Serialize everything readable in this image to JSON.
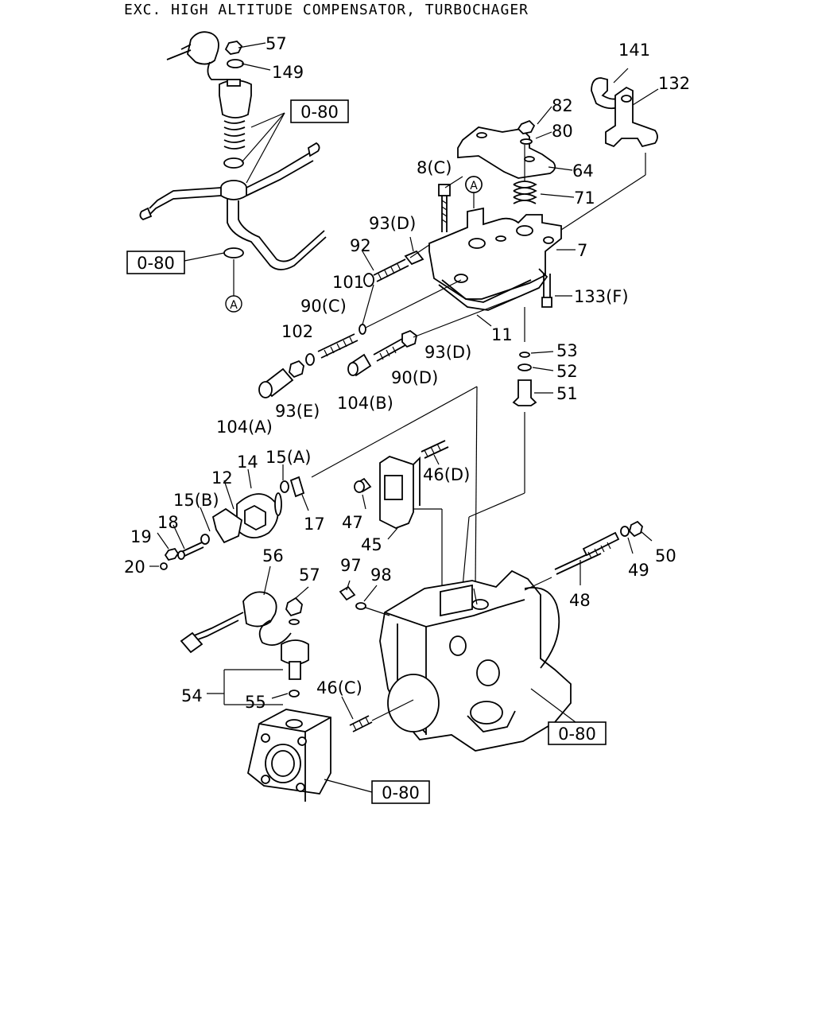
{
  "title": "EXC. HIGH ALTITUDE COMPENSATOR, TURBOCHAGER",
  "refbox": "0-80",
  "circle_ref": "A",
  "callouts": {
    "p57_top": "57",
    "p149": "149",
    "p141": "141",
    "p132": "132",
    "p82": "82",
    "p80": "80",
    "p64": "64",
    "p8c": "8(C)",
    "p71": "71",
    "p93d_top": "93(D)",
    "p92": "92",
    "p7": "7",
    "p101": "101",
    "p133f": "133(F)",
    "p90c": "90(C)",
    "p102": "102",
    "p11": "11",
    "p93d_mid": "93(D)",
    "p53": "53",
    "p52": "52",
    "p90d": "90(D)",
    "p51": "51",
    "p104a": "104(A)",
    "p93e": "93(E)",
    "p104b": "104(B)",
    "p14": "14",
    "p15a": "15(A)",
    "p46d": "46(D)",
    "p12": "12",
    "p15b": "15(B)",
    "p17": "17",
    "p47": "47",
    "p18": "18",
    "p19": "19",
    "p45": "45",
    "p50": "50",
    "p20": "20",
    "p56": "56",
    "p49": "49",
    "p97": "97",
    "p98": "98",
    "p57_bot": "57",
    "p48": "48",
    "p54": "54",
    "p55": "55",
    "p46c": "46(C)"
  }
}
